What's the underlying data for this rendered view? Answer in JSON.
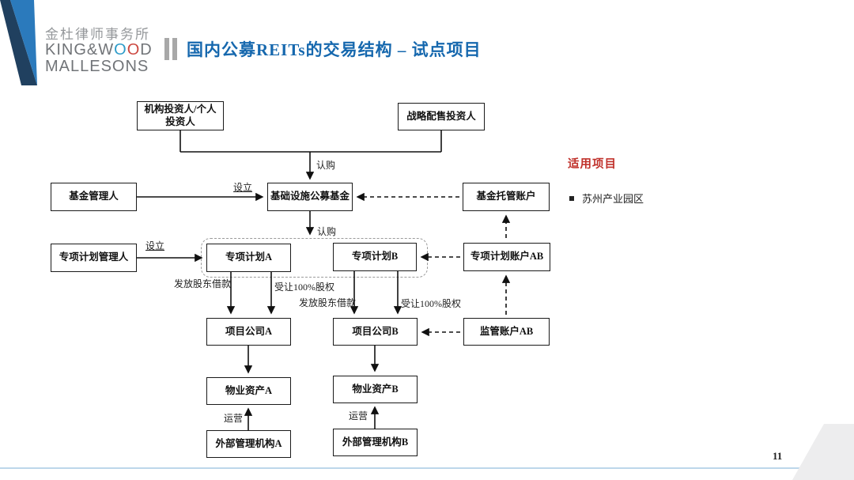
{
  "logo": {
    "cn": "金杜律师事务所",
    "en_pre": "KING&W",
    "en_o1": "O",
    "en_o2": "O",
    "en_post": "D",
    "en_line2": "MALLESONS"
  },
  "title": {
    "text": "国内公募REITs的交易结构 – 试点项目"
  },
  "nodes": {
    "investor": "机构投资人/个人\n投资人",
    "strategic": "战略配售投资人",
    "fund_manager": "基金管理人",
    "fund": "基础设施公募基金",
    "custody": "基金托管账户",
    "plan_manager": "专项计划管理人",
    "plan_a": "专项计划A",
    "plan_b": "专项计划B",
    "plan_account": "专项计划账户AB",
    "project_a": "项目公司A",
    "project_b": "项目公司B",
    "supervision": "监管账户AB",
    "property_a": "物业资产A",
    "property_b": "物业资产B",
    "ext_mgr_a": "外部管理机构A",
    "ext_mgr_b": "外部管理机构B"
  },
  "edge_labels": {
    "subscribe_top": "认购",
    "establish_fund": "设立",
    "subscribe_plan": "认购",
    "establish_plan": "设立",
    "loan_a": "发放股东借款",
    "equity_a": "受让100%股权",
    "loan_b": "发放股东借款",
    "equity_b": "受让100%股权",
    "operate_a": "运营",
    "operate_b": "运营"
  },
  "side_panel": {
    "heading": "适用项目",
    "items": [
      "苏州产业园区"
    ]
  },
  "page_number": "11",
  "colors": {
    "title_blue": "#1668ae",
    "heading_red": "#c0312b",
    "corner_dark_blue": "#20405f",
    "corner_bright_blue": "#2b7abc",
    "footer_line_blue": "#bdd7ea"
  }
}
